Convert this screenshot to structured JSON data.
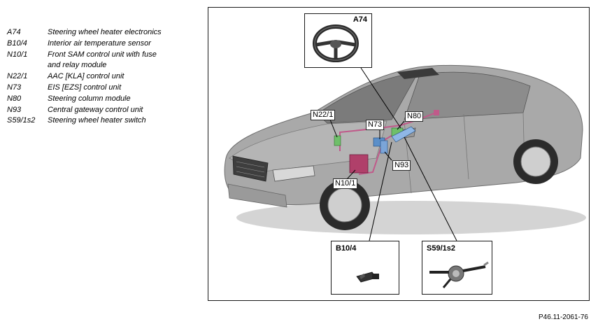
{
  "legend": [
    {
      "code": "A74",
      "desc": "Steering wheel heater electronics"
    },
    {
      "code": "B10/4",
      "desc": "Interior air temperature sensor"
    },
    {
      "code": "N10/1",
      "desc": "Front SAM control unit with fuse"
    },
    {
      "code": "",
      "desc": "and relay module"
    },
    {
      "code": "N22/1",
      "desc": "AAC [KLA] control unit"
    },
    {
      "code": "N73",
      "desc": "EIS [EZS] control unit"
    },
    {
      "code": "N80",
      "desc": "Steering column module"
    },
    {
      "code": "N93",
      "desc": "Central gateway control unit"
    },
    {
      "code": "S59/1s2",
      "desc": "Steering wheel heater switch"
    }
  ],
  "callouts": {
    "a74": "A74",
    "b10_4": "B10/4",
    "s59_1s2": "S59/1s2"
  },
  "tags": {
    "n22_1": "N22/1",
    "n73": "N73",
    "n80": "N80",
    "n93": "N93",
    "n10_1": "N10/1"
  },
  "reference": "P46.11-2061-76",
  "colors": {
    "car_body": "#a9a9a9",
    "harness": "#c05a8a",
    "module_blue": "#5b8fc9",
    "module_green": "#6fbf6a",
    "sam_red": "#b0406a"
  }
}
